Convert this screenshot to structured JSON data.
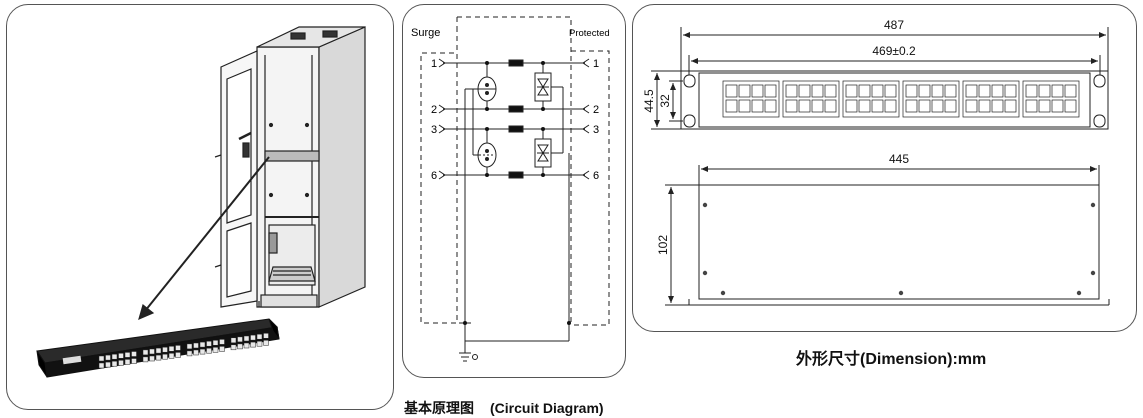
{
  "circuit": {
    "surge_label": "Surge",
    "protected_label": "Protected",
    "pins": [
      "1",
      "2",
      "3",
      "6"
    ],
    "caption_cn": "基本原理图",
    "caption_en": "(Circuit Diagram)"
  },
  "dimension": {
    "width_overall": "487",
    "width_holes": "469±0.2",
    "height_front": "44.5",
    "hole_spacing": "32",
    "depth_width": "445",
    "depth_height": "102",
    "caption": "外形尺寸(Dimension):mm"
  },
  "colors": {
    "border": "#555555",
    "line": "#222222"
  }
}
